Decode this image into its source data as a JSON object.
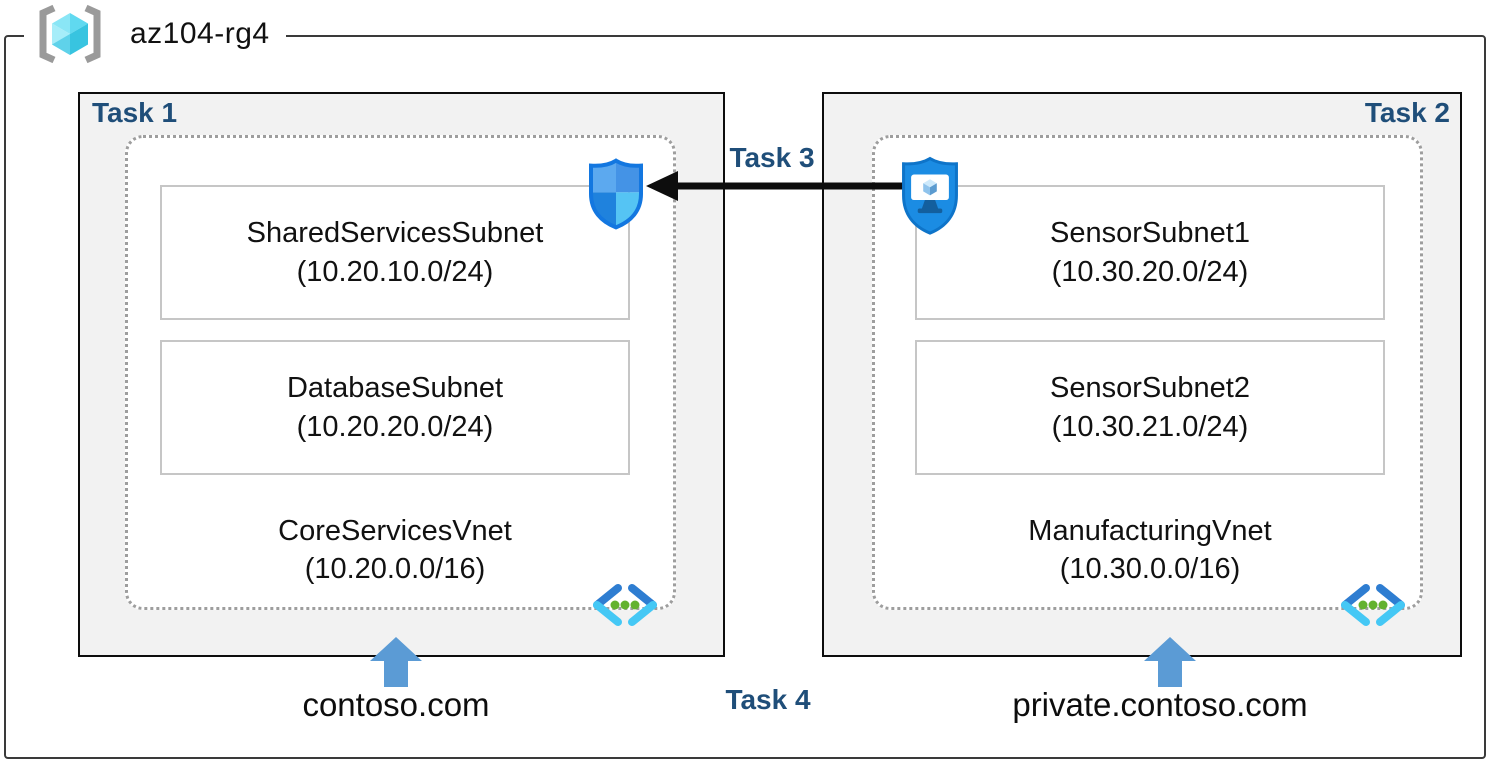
{
  "resource_group": {
    "name": "az104-rg4"
  },
  "task_labels": {
    "task1": "Task 1",
    "task2": "Task 2",
    "task3": "Task 3",
    "task4": "Task 4"
  },
  "vnets": {
    "left": {
      "name": "CoreServicesVnet",
      "cidr": "(10.20.0.0/16)",
      "dns_zone": "contoso.com",
      "subnets": [
        {
          "name": "SharedServicesSubnet",
          "cidr": "(10.20.10.0/24)"
        },
        {
          "name": "DatabaseSubnet",
          "cidr": "(10.20.20.0/24)"
        }
      ]
    },
    "right": {
      "name": "ManufacturingVnet",
      "cidr": "(10.30.0.0/16)",
      "dns_zone": "private.contoso.com",
      "subnets": [
        {
          "name": "SensorSubnet1",
          "cidr": "(10.30.20.0/24)"
        },
        {
          "name": "SensorSubnet2",
          "cidr": "(10.30.21.0/24)"
        }
      ]
    }
  },
  "icons": {
    "resource_group": "resource-group-icon",
    "virtual_network": "virtual-network-icon",
    "network_security_group": "network-security-group-shield-icon",
    "bastion": "bastion-shield-icon",
    "peering_arrow": "peering-arrow-icon",
    "dns_arrow": "up-arrow-icon"
  },
  "colors": {
    "task_label_blue": "#1F4E79",
    "arrow_blue": "#5B9BD5",
    "box_background": "#F2F2F2",
    "shield_blue": "#1B8CE3",
    "vnet_green_dot": "#63B22F"
  }
}
